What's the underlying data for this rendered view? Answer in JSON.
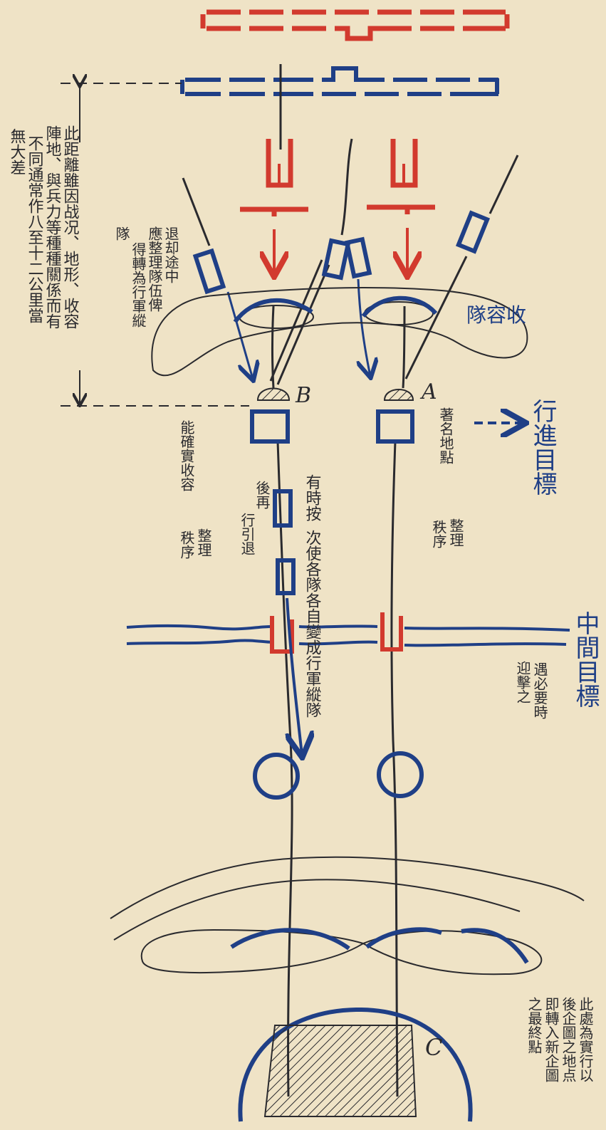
{
  "colors": {
    "paper": "#efe3c6",
    "ink_black": "#2a2a2e",
    "ink_blue": "#1f3f86",
    "ink_red": "#d23a2e"
  },
  "labels": {
    "distance_note_col1": "此距離雖因战况、地形、收容",
    "distance_note_col2": "陣地、與兵力等種種關係而有",
    "distance_note_col3": "不同通常作八至十二公里當",
    "distance_note_col4": "無大差",
    "retreat_col1": "退却途中",
    "retreat_col2": "應整理隊伍俾",
    "retreat_col3": "得轉為行軍縱",
    "retreat_col4": "隊",
    "reception_zone": "隊容收",
    "point_a": "A",
    "point_b": "B",
    "point_c": "C",
    "secure_reception": "能確實收容",
    "order_left_col1": "整理",
    "order_left_col2": "秩序",
    "withdraw_col1": "後再",
    "withdraw_col2": "行引退",
    "sometimes_col1": "有時按",
    "sometimes_col2": "次使各隊各自變成行軍縱隊",
    "landmark": "著名地點",
    "order_right_col1": "整理",
    "order_right_col2": "秩序",
    "march_target": "行進目標",
    "middle_target": "中間目標",
    "intercept_col1": "遇必要時",
    "intercept_col2": "迎擊之",
    "final_col1": "此處為實行以",
    "final_col2": "後企圖之地点",
    "final_col3": "即轉入新企圖",
    "final_col4": "之最終點"
  }
}
